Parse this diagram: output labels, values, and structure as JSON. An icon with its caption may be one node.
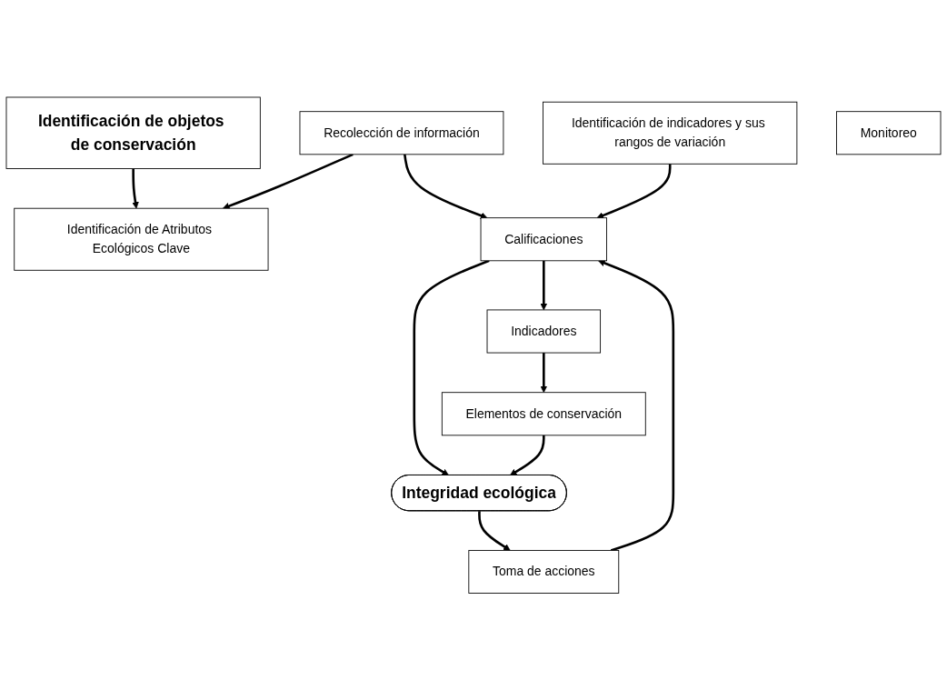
{
  "diagram": {
    "nodes": [
      {
        "text": [
          "Identificación de objetos de conservación"
        ]
      },
      {
        "text": [
          "Recolección de información"
        ]
      },
      {
        "text": [
          "Identificación de Atributos Ecológicos Clave"
        ]
      },
      {
        "text": [
          "Identificación de indicadores y sus rangos de variación"
        ]
      },
      {
        "text": [
          "Indicadores"
        ]
      },
      {
        "text": [
          "Calificaciones"
        ]
      },
      {
        "text": [
          "Elementos de conservación"
        ]
      },
      {
        "text": [
          "Monitoreo"
        ]
      },
      {
        "text": [
          "Toma de acciones"
        ]
      },
      {
        "text": [
          "Integridad ecológica"
        ]
      }
    ],
    "edges": [
      {
        "from": 0,
        "to": 2,
        "arrow": "to"
      },
      {
        "from": 1,
        "to": 2,
        "arrow": "to"
      },
      {
        "from": 1,
        "to": 5,
        "arrow": "to"
      },
      {
        "from": 3,
        "to": 5,
        "arrow": "to"
      },
      {
        "from": 5,
        "to": 4,
        "arrow": "to"
      },
      {
        "from": 4,
        "to": 6,
        "arrow": "to"
      },
      {
        "from": 5,
        "to": 9,
        "arrow": "to"
      },
      {
        "from": 6,
        "to": 9,
        "arrow": "to"
      },
      {
        "from": 9,
        "to": 8,
        "arrow": "to"
      },
      {
        "from": 8,
        "to": 5,
        "arrow": "to"
      }
    ]
  }
}
